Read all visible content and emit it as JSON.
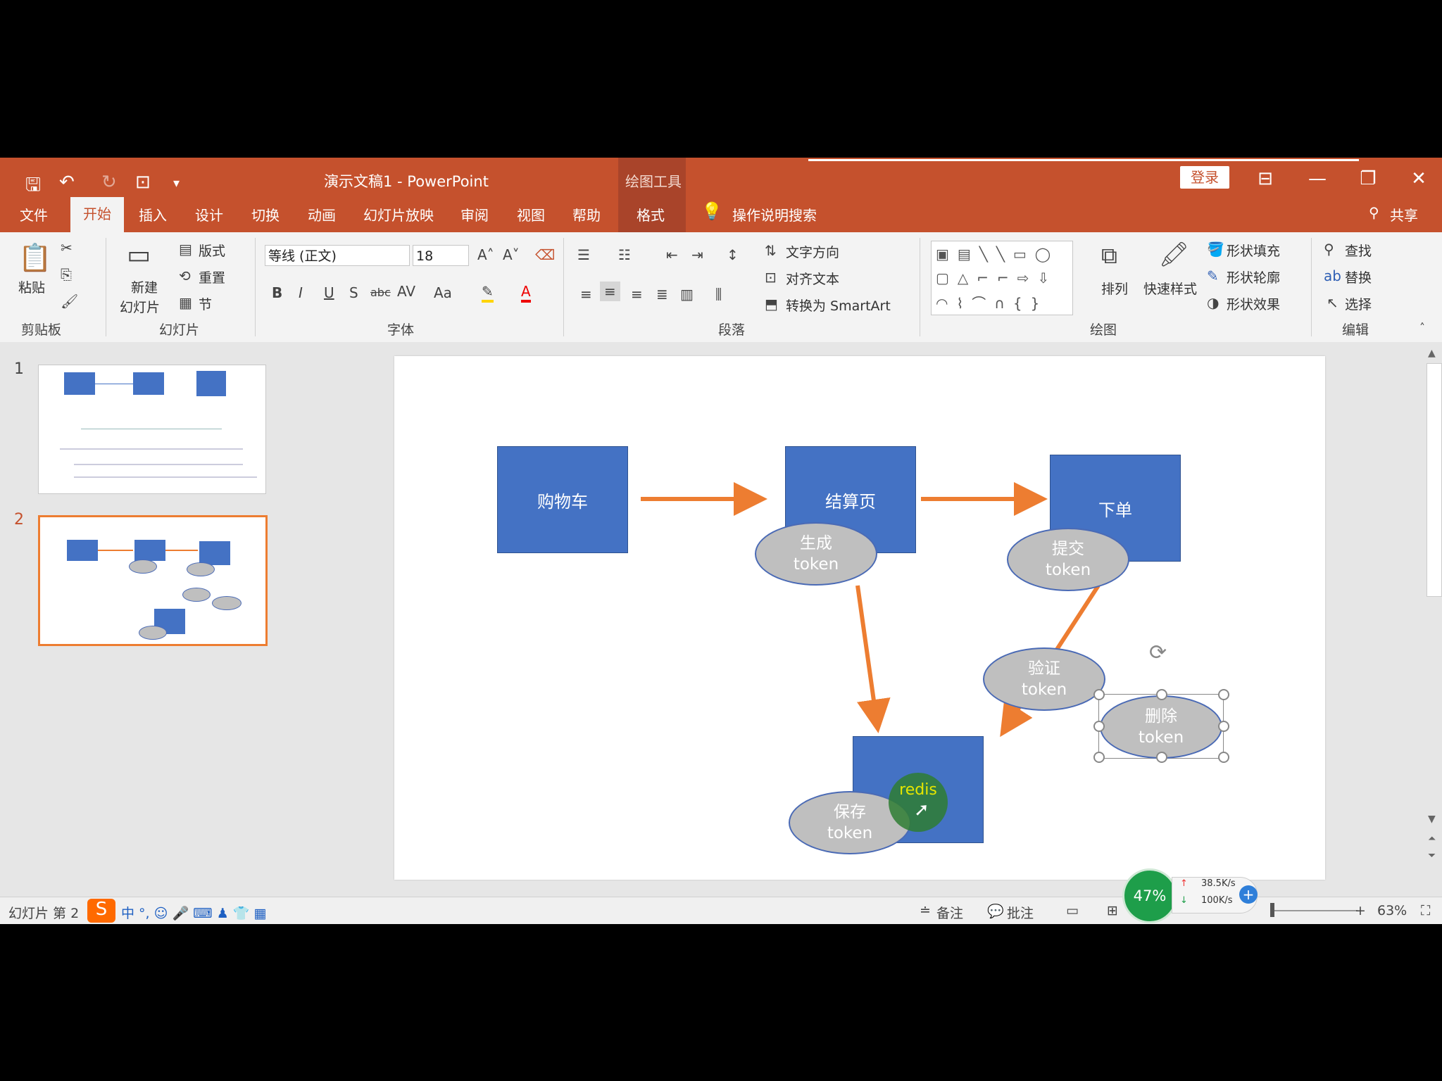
{
  "window": {
    "title": "演示文稿1  -  PowerPoint",
    "context_tools": "绘图工具",
    "login": "登录",
    "share": "共享",
    "search_tab": "操作说明搜索"
  },
  "tabs": [
    "文件",
    "开始",
    "插入",
    "设计",
    "切换",
    "动画",
    "幻灯片放映",
    "审阅",
    "视图",
    "帮助",
    "格式"
  ],
  "ribbon": {
    "clipboard": {
      "label": "剪贴板",
      "paste": "粘贴"
    },
    "slides": {
      "label": "幻灯片",
      "new_slide_1": "新建",
      "new_slide_2": "幻灯片",
      "layout": "版式",
      "reset": "重置",
      "section": "节"
    },
    "font": {
      "label": "字体",
      "font_name": "等线 (正文)",
      "font_size": "18"
    },
    "paragraph": {
      "label": "段落",
      "text_direction": "文字方向",
      "align_text": "对齐文本",
      "smartart": "转换为 SmartArt"
    },
    "drawing": {
      "label": "绘图",
      "arrange": "排列",
      "quick_styles": "快速样式",
      "fill": "形状填充",
      "outline": "形状轮廓",
      "effects": "形状效果"
    },
    "editing": {
      "label": "编辑",
      "find": "查找",
      "replace": "替换",
      "select": "选择"
    }
  },
  "thumbnails": [
    {
      "number": "1"
    },
    {
      "number": "2",
      "selected": true
    }
  ],
  "slide": {
    "boxes": {
      "cart": "购物车",
      "checkout": "结算页",
      "order": "下单",
      "redis": "redis"
    },
    "ellipses": {
      "generate": [
        "生成",
        "token"
      ],
      "submit": [
        "提交",
        "token"
      ],
      "verify": [
        "验证",
        "token"
      ],
      "delete": [
        "删除",
        "token"
      ],
      "save": [
        "保存",
        "token"
      ]
    }
  },
  "status": {
    "slide_info": "幻灯片 第 2",
    "notes": "备注",
    "comments": "批注",
    "zoom": "63%",
    "net_percent": "47%",
    "upload": "38.5K/s",
    "download": "100K/s"
  },
  "colors": {
    "accent": "#c5512d",
    "shape_blue": "#4472c4",
    "arrow": "#ed7d31",
    "ellipse_gray": "#bfbfbf"
  }
}
